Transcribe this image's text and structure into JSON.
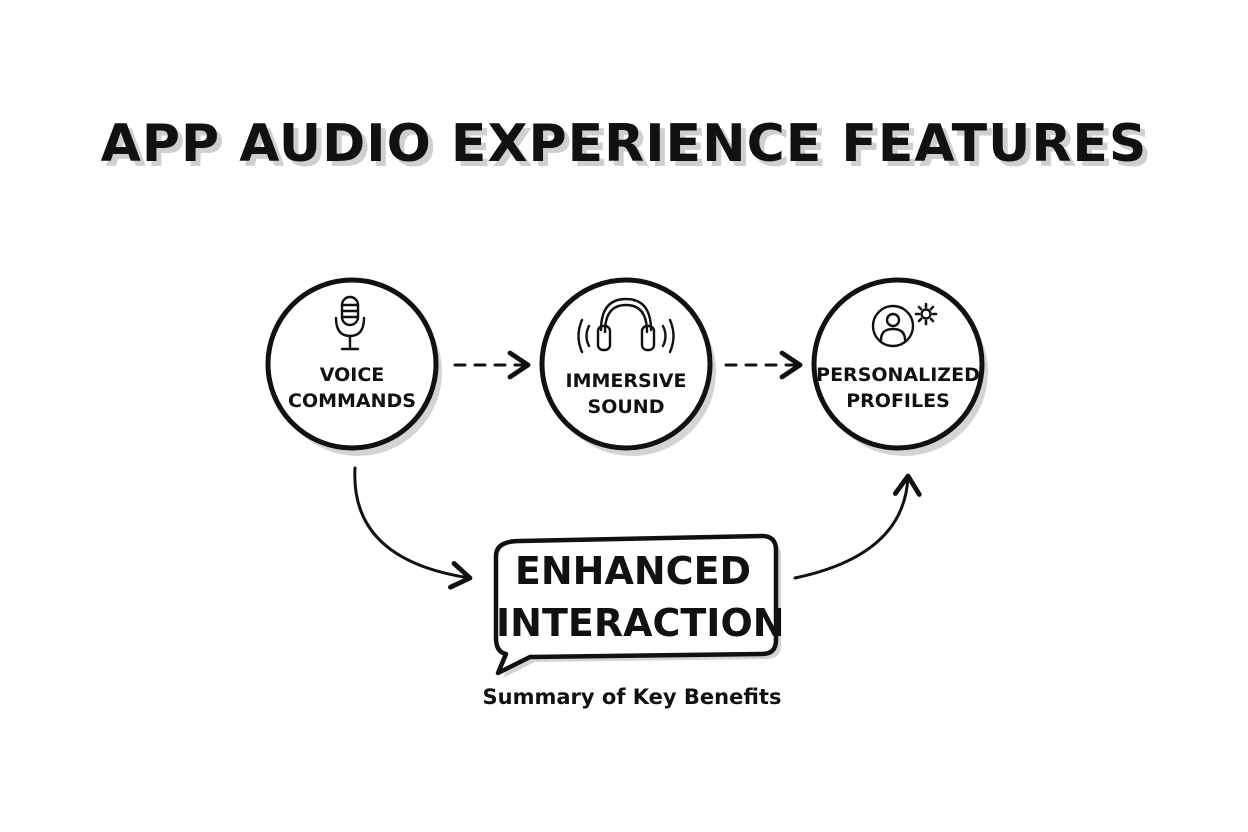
{
  "title": "APP AUDIO EXPERIENCE FEATURES",
  "nodes": [
    {
      "label": "VOICE\nCOMMANDS",
      "icon": "microphone-icon"
    },
    {
      "label": "IMMERSIVE\nSOUND",
      "icon": "headphones-icon"
    },
    {
      "label": "PERSONALIZED\nPROFILES",
      "icon": "user-settings-icon"
    }
  ],
  "summary": {
    "label": "ENHANCED\nINTERACTION",
    "caption": "Summary of Key Benefits"
  },
  "colors": {
    "ink": "#111111",
    "shadow": "#d4d4d4",
    "background": "#ffffff"
  }
}
